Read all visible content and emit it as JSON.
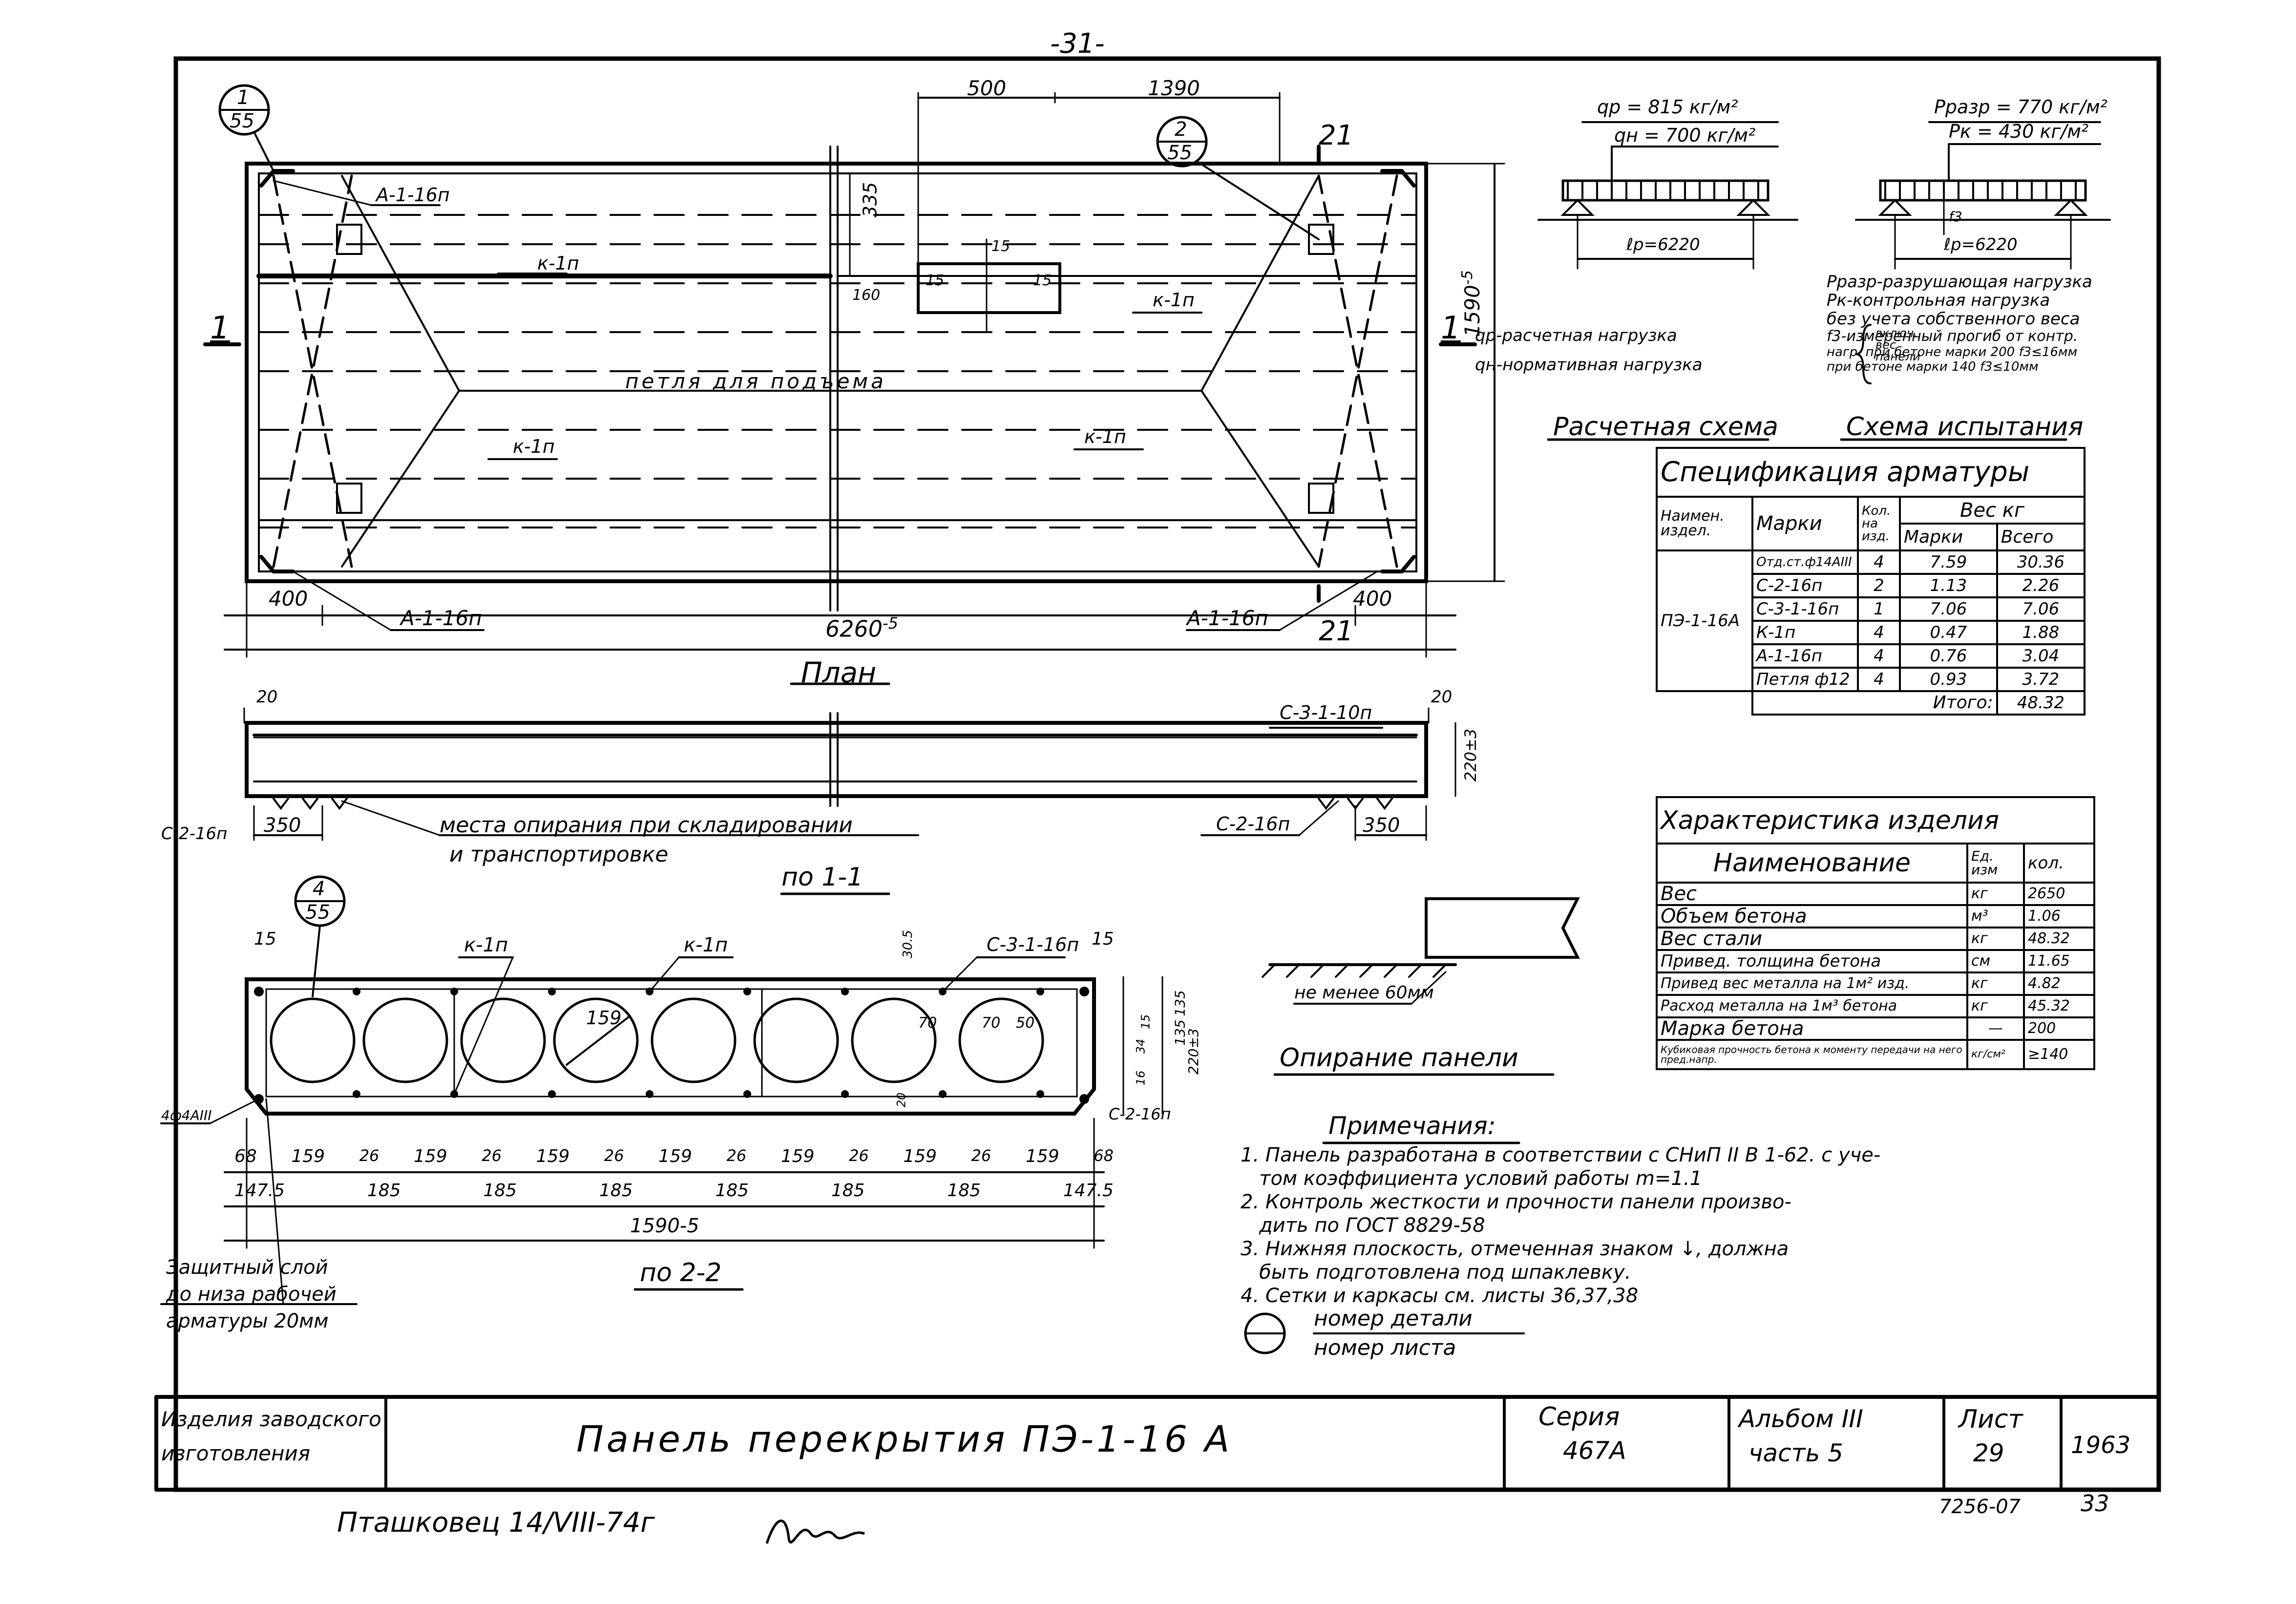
{
  "page_number": "-31-",
  "plan": {
    "title": "План",
    "section_mark": "1",
    "dim_500": "500",
    "dim_1390": "1390",
    "dim_335": "335",
    "dim_400_left": "400",
    "dim_400_right": "400",
    "dim_length": "6260",
    "dim_length_tol": "-5",
    "dim_width": "1590",
    "dim_width_tol": "-5",
    "dim_15a": "15",
    "dim_15b": "15",
    "dim_15c": "15",
    "dim_160": "160",
    "cut_21_top": "21",
    "cut_21_bottom": "21",
    "cut_left": "1",
    "cut_right": "1",
    "callout_1_top": "1",
    "callout_1_bottom": "55",
    "callout_2_top": "2",
    "callout_2_bottom": "55",
    "label_a1_top": "А-1-16п",
    "label_a1_bl": "А-1-16п",
    "label_a1_br": "А-1-16п",
    "label_k1_1": "к-1п",
    "label_k1_2": "к-1п",
    "label_k1_3": "к-1п",
    "label_k1_4": "к-1п",
    "label_loop": "петля для подъема"
  },
  "section11": {
    "title": "по 1-1",
    "dim_20_left": "20",
    "dim_20_right": "20",
    "label_c31": "С-3-1-10п",
    "dim_height": "220±3",
    "label_c2_left": "С-2-16п",
    "label_c2_right": "С-2-16п",
    "dim_350_left": "350",
    "dim_350_right": "350",
    "note_line1": "места опирания при складировании",
    "note_line2": "и транспортировке"
  },
  "section22": {
    "title": "по 2-2",
    "callout_4_top": "4",
    "callout_4_bottom": "55",
    "label_k1_a": "к-1п",
    "label_k1_b": "к-1п",
    "label_c31": "С-3-1-16п",
    "label_c2": "С-2-16п",
    "label_bar": "4ф4АIII",
    "dim_15_left": "15",
    "dim_15_right": "15",
    "dim_159_diam": "159",
    "dim_305": "30.5",
    "dim_70a": "70",
    "dim_70b": "70",
    "dim_50": "50",
    "dim_135a": "135",
    "dim_135b": "135",
    "dim_220": "220±3",
    "dim_16": "16",
    "dim_34": "34",
    "dim_15v": "15",
    "dim_20v": "20",
    "top_dims": [
      "68",
      "159",
      "26",
      "159",
      "26",
      "159",
      "26",
      "159",
      "26",
      "159",
      "26",
      "159",
      "26",
      "159",
      "68"
    ],
    "mid_dims": [
      "147.5",
      "185",
      "185",
      "185",
      "185",
      "185",
      "185",
      "147.5"
    ],
    "dim_total": "1590-5",
    "cover_line1": "Защитный слой",
    "cover_line2": "до низа рабочей",
    "cover_line3": "арматуры 20мм"
  },
  "calc_scheme": {
    "title": "Расчетная схема",
    "qp": "qр = 815 кг/м²",
    "qn": "qн = 700 кг/м²",
    "span": "ℓр=6220",
    "legend_qp": "qр-расчетная нагрузка",
    "legend_qn": "qн-нормативная нагрузка",
    "legend_brace": "включ. вес панели"
  },
  "test_scheme": {
    "title": "Схема испытания",
    "p_razr": "Рразр = 770 кг/м²",
    "p_k": "Рк = 430 кг/м²",
    "span": "ℓр=6220",
    "f3": "f3",
    "notes": [
      "Рразр-разрушающая нагрузка",
      "Рк-контрольная нагрузка",
      "без учета собственного веса",
      "f3-измеренный прогиб от контр.",
      "нагр. при бетоне марки 200 f3≤16мм",
      "при бетоне марки 140 f3≤10мм"
    ]
  },
  "rebar_spec": {
    "title": "Спецификация арматуры",
    "col_item": "Наимен. издел.",
    "col_mark": "Марки",
    "col_qty": "Кол. на изд.",
    "col_weight": "Вес кг",
    "col_w_mark": "Марки",
    "col_w_total": "Всего",
    "item_name": "ПЭ-1-16А",
    "rows": [
      {
        "mark": "Отд.ст.ф14АIII",
        "qty": "4",
        "w": "7.59",
        "total": "30.36"
      },
      {
        "mark": "С-2-16п",
        "qty": "2",
        "w": "1.13",
        "total": "2.26"
      },
      {
        "mark": "С-3-1-16п",
        "qty": "1",
        "w": "7.06",
        "total": "7.06"
      },
      {
        "mark": "К-1п",
        "qty": "4",
        "w": "0.47",
        "total": "1.88"
      },
      {
        "mark": "А-1-16п",
        "qty": "4",
        "w": "0.76",
        "total": "3.04"
      },
      {
        "mark": "Петля ф12",
        "qty": "4",
        "w": "0.93",
        "total": "3.72"
      }
    ],
    "total_label": "Итого:",
    "total_value": "48.32"
  },
  "product_char": {
    "title": "Характеристика изделия",
    "col_name": "Наименование",
    "col_unit": "Ед. изм",
    "col_qty": "кол.",
    "rows": [
      {
        "name": "Вес",
        "unit": "кг",
        "qty": "2650"
      },
      {
        "name": "Объем бетона",
        "unit": "м³",
        "qty": "1.06"
      },
      {
        "name": "Вес стали",
        "unit": "кг",
        "qty": "48.32"
      },
      {
        "name": "Привед. толщина бетона",
        "unit": "см",
        "qty": "11.65"
      },
      {
        "name": "Привед вес металла на 1м² изд.",
        "unit": "кг",
        "qty": "4.82"
      },
      {
        "name": "Расход металла на 1м³ бетона",
        "unit": "кг",
        "qty": "45.32"
      },
      {
        "name": "Марка бетона",
        "unit": "—",
        "qty": "200"
      },
      {
        "name": "Кубиковая прочность бетона к моменту передачи на него пред.напр.",
        "unit": "кг/см²",
        "qty": "≥140"
      }
    ]
  },
  "support": {
    "title": "Опирание панели",
    "label": "не менее 60мм"
  },
  "notes": {
    "title": "Примечания:",
    "lines": [
      "1. Панель разработана в соответствии с СНиП II В 1-62. с уче-",
      "   том коэффициента условий работы m=1.1",
      "2. Контроль жесткости и прочности панели произво-",
      "   дить по ГОСТ 8829-58",
      "3. Нижняя плоскость, отмеченная знаком ↓, должна",
      "   быть подготовлена под шпаклевку.",
      "4. Сетки и каркасы см. листы 36,37,38"
    ],
    "legend_top": "номер детали",
    "legend_bottom": "номер листа"
  },
  "title_block": {
    "left_line1": "Изделия заводского",
    "left_line2": "изготовления",
    "title": "Панель перекрытия ПЭ-1-16 А",
    "series_label": "Серия",
    "series_value": "467А",
    "album_line1": "Альбом III",
    "album_line2": "часть 5",
    "sheet_label": "Лист",
    "sheet_value": "29",
    "year": "1963",
    "code": "7256-07",
    "page": "33"
  },
  "footer": {
    "stamp_text": "Пташковец 14/VIII-74г"
  }
}
